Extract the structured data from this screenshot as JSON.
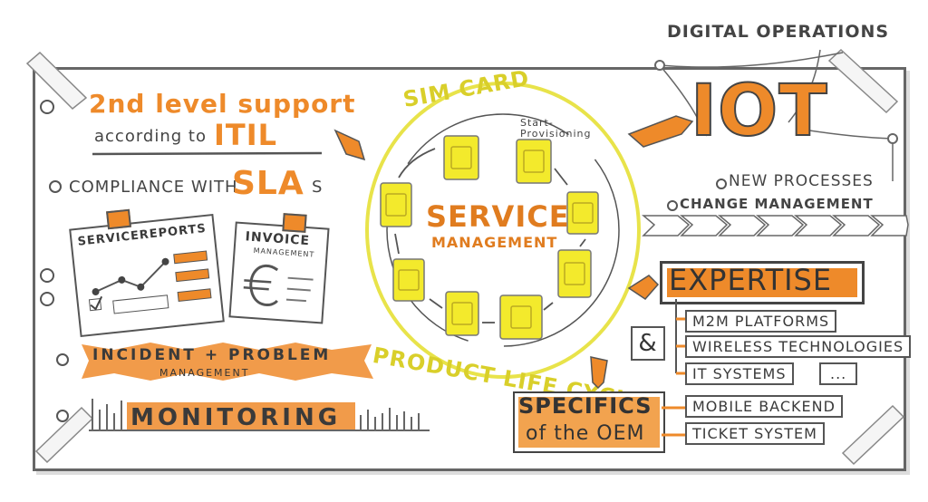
{
  "header": {
    "digital_operations": "DIGITAL OPERATIONS"
  },
  "left": {
    "title_line1": "2nd level support",
    "title_prefix": "according to",
    "title_itil": "ITIL",
    "compliance_prefix": "COMPLIANCE WITH",
    "compliance_sla": "SLA",
    "compliance_suffix": "S",
    "servicereports": "SERVICEREPORTS",
    "invoice": "INVOICE",
    "invoice_sub": "MANAGEMENT",
    "incident": "INCIDENT + PROBLEM",
    "incident_sub": "MANAGEMENT",
    "monitoring": "MONITORING",
    "euro_icon": "euro-icon"
  },
  "center": {
    "sim_card": "SIM CARD",
    "start_provisioning": "Start-Provisioning",
    "service": "SERVICE",
    "management": "MANAGEMENT",
    "product_life_cycle": "PRODUCT LIFE CYCLE",
    "sim_icon": "sim-card-icon"
  },
  "right": {
    "iot": "IOT",
    "new_processes": "NEW PROCESSES",
    "change_management": "CHANGE MANAGEMENT",
    "expertise": "EXPERTISE",
    "ampersand": "&",
    "expertise_items": [
      "M2M PLATFORMS",
      "WIRELESS TECHNOLOGIES",
      "IT SYSTEMS",
      "..."
    ],
    "specifics_line1": "SPECIFICS",
    "specifics_line2": "of the OEM",
    "oem_items": [
      "MOBILE BACKEND",
      "TICKET SYSTEM"
    ]
  },
  "colors": {
    "orange": "#ee8a2a",
    "sim_yellow": "#f3ea2c",
    "ink": "#3a3a3a",
    "ring": "#e8e34a"
  }
}
